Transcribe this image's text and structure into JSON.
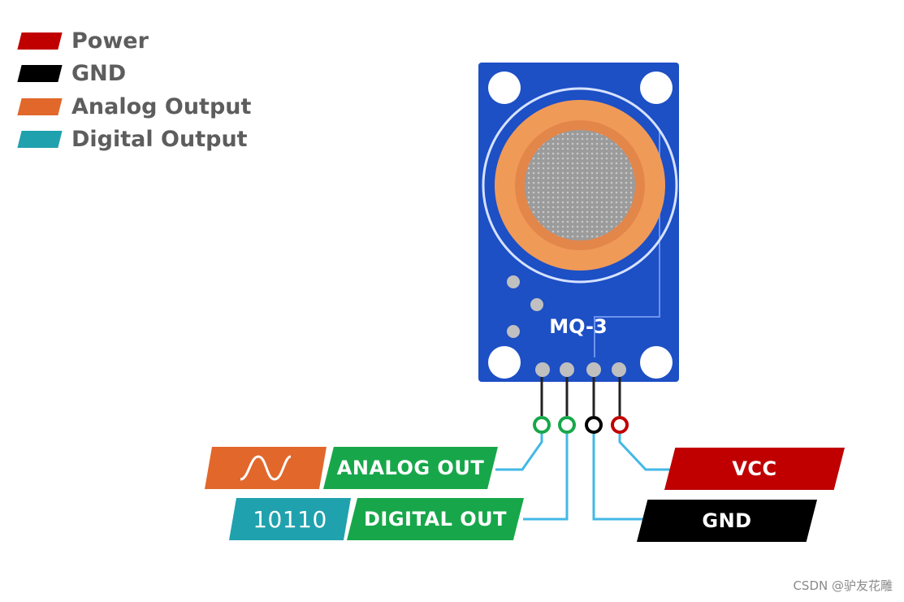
{
  "legend": [
    {
      "label": "Power",
      "color": "#c00000"
    },
    {
      "label": "GND",
      "color": "#000000"
    },
    {
      "label": "Analog Output",
      "color": "#e2672b"
    },
    {
      "label": "Digital Output",
      "color": "#20a1ae"
    }
  ],
  "module": {
    "name": "MQ-3",
    "pcb_color": "#1d4fc5",
    "sensor_color": "#f09a58"
  },
  "pins": {
    "analog_symbol_color": "#e2672b",
    "analog_label": "ANALOG OUT",
    "analog_label_color": "#17a74a",
    "digital_code": "10110",
    "digital_code_color": "#20a1ae",
    "digital_label": "DIGITAL OUT",
    "digital_label_color": "#17a74a",
    "vcc_label": "VCC",
    "vcc_color": "#c00000",
    "gnd_label": "GND",
    "gnd_color": "#000000",
    "wire_color": "#43b8e6"
  },
  "credit": "CSDN @驴友花雕"
}
